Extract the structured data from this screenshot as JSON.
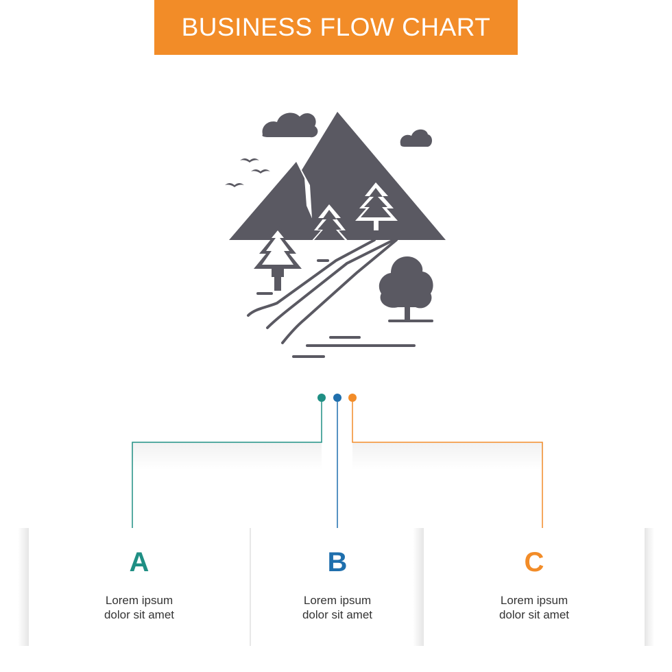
{
  "title": "BUSINESS FLOW CHART",
  "illustration": {
    "icon": "landscape-mountains-trees-icon"
  },
  "colors": {
    "banner": "#f28c28",
    "icon": "#5a5962",
    "teal": "#1f8f84",
    "blue": "#1f6fad",
    "orange": "#f28c28"
  },
  "steps": [
    {
      "letter": "A",
      "line1": "Lorem ipsum",
      "line2": "dolor sit amet",
      "color": "#1f8f84"
    },
    {
      "letter": "B",
      "line1": "Lorem ipsum",
      "line2": "dolor sit amet",
      "color": "#1f6fad"
    },
    {
      "letter": "C",
      "line1": "Lorem ipsum",
      "line2": "dolor sit amet",
      "color": "#f28c28"
    }
  ]
}
